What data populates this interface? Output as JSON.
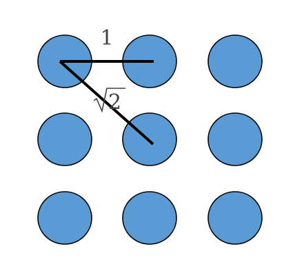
{
  "colors": {
    "dot_fill": "#5b9bd5",
    "dot_outline": "#000000",
    "segment": "#000000",
    "label_text": "#404040"
  },
  "grid": {
    "rows": 3,
    "cols": 3
  },
  "segments": [
    {
      "from": [
        0,
        0
      ],
      "to": [
        0,
        1
      ]
    },
    {
      "from": [
        0,
        0
      ],
      "to": [
        1,
        1
      ]
    }
  ],
  "labels": {
    "horizontal_distance": "1",
    "diagonal_radicand": "2"
  }
}
